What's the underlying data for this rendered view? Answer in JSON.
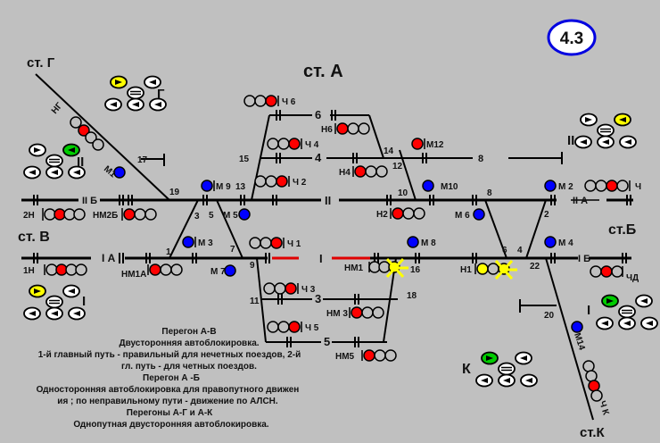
{
  "badge": {
    "text": "4.3",
    "color": "#0000e0"
  },
  "stations": {
    "A": "ст. А",
    "B": "ст.Б",
    "V": "ст. В",
    "G": "ст. Г",
    "K": "ст.К"
  },
  "tracks": {
    "t2b": "II Б",
    "t1a": "I А",
    "tII": "II",
    "tI": "I",
    "t4": "4",
    "t6": "6",
    "t3": "3",
    "t5": "5",
    "t8": "8",
    "t2a": "II А",
    "t1b": "I Б"
  },
  "switches": [
    "1",
    "3",
    "5",
    "7",
    "9",
    "11",
    "13",
    "15",
    "17",
    "19",
    "14",
    "12",
    "10",
    "8",
    "6",
    "4",
    "2",
    "16",
    "18",
    "20",
    "22"
  ],
  "signals": {
    "2H": "2Н",
    "NM2B": "НМ2Б",
    "1H": "1Н",
    "NM1A": "НМ1А",
    "M1": "М1",
    "M9": "М 9",
    "M5": "М 5",
    "M3": "М 3",
    "M7": "М 7",
    "Ch6": "Ч 6",
    "Ch4": "Ч 4",
    "Ch2": "Ч 2",
    "Ch1": "Ч 1",
    "Ch3": "Ч 3",
    "Ch5": "Ч 5",
    "H6": "Н6",
    "H4": "Н4",
    "H2": "Н2",
    "M12": "М12",
    "M10": "М10",
    "M6": "М 6",
    "M8": "М 8",
    "NM1": "НМ1",
    "NM3": "НМ 3",
    "NM5": "НМ5",
    "H1": "Н1",
    "M2": "М 2",
    "M4": "М 4",
    "Ch": "Ч",
    "ChD": "ЧД",
    "M14": "М14",
    "ChK": "Ч К",
    "NG": "НГ"
  },
  "panels": {
    "G": "Г",
    "II_left": "II",
    "I_left": "I",
    "II_right": "II",
    "I_right": "I",
    "K": "К"
  },
  "notes": [
    "Перегон А-В",
    "Двусторонняя  автоблокировка.",
    "1-й главный путь - правильный для нечетных поездов, 2-й",
    "гл. путь - для четных поездов.",
    "Перегон А -Б",
    "Односторонняя автоблокировка  для правопутного  движен",
    "ия ; по  неправильному пути - движение по АЛСН.",
    "Перегоны А-Г и А-К",
    "Однопутная двусторонняя автоблокировка."
  ],
  "colors": {
    "red": "#ff0000",
    "blue": "#0000ff",
    "yellow": "#ffff00",
    "green": "#00cc00",
    "bg": "#c0c0c0"
  }
}
